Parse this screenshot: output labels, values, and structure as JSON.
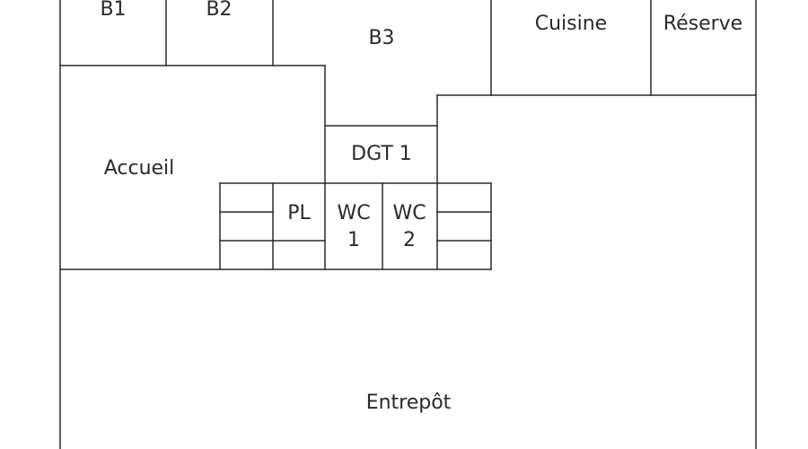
{
  "rooms": {
    "b1": "B1",
    "b2": "B2",
    "b3": "B3",
    "cuisine": "Cuisine",
    "reserve": "Réserve",
    "accueil": "Accueil",
    "dgt1": "DGT 1",
    "pl": "PL",
    "wc1_line1": "WC",
    "wc1_line2": "1",
    "wc2_line1": "WC",
    "wc2_line2": "2",
    "entrepot": "Entrepôt"
  },
  "colors": {
    "wall": "#2a2a2a",
    "background": "#ffffff"
  }
}
